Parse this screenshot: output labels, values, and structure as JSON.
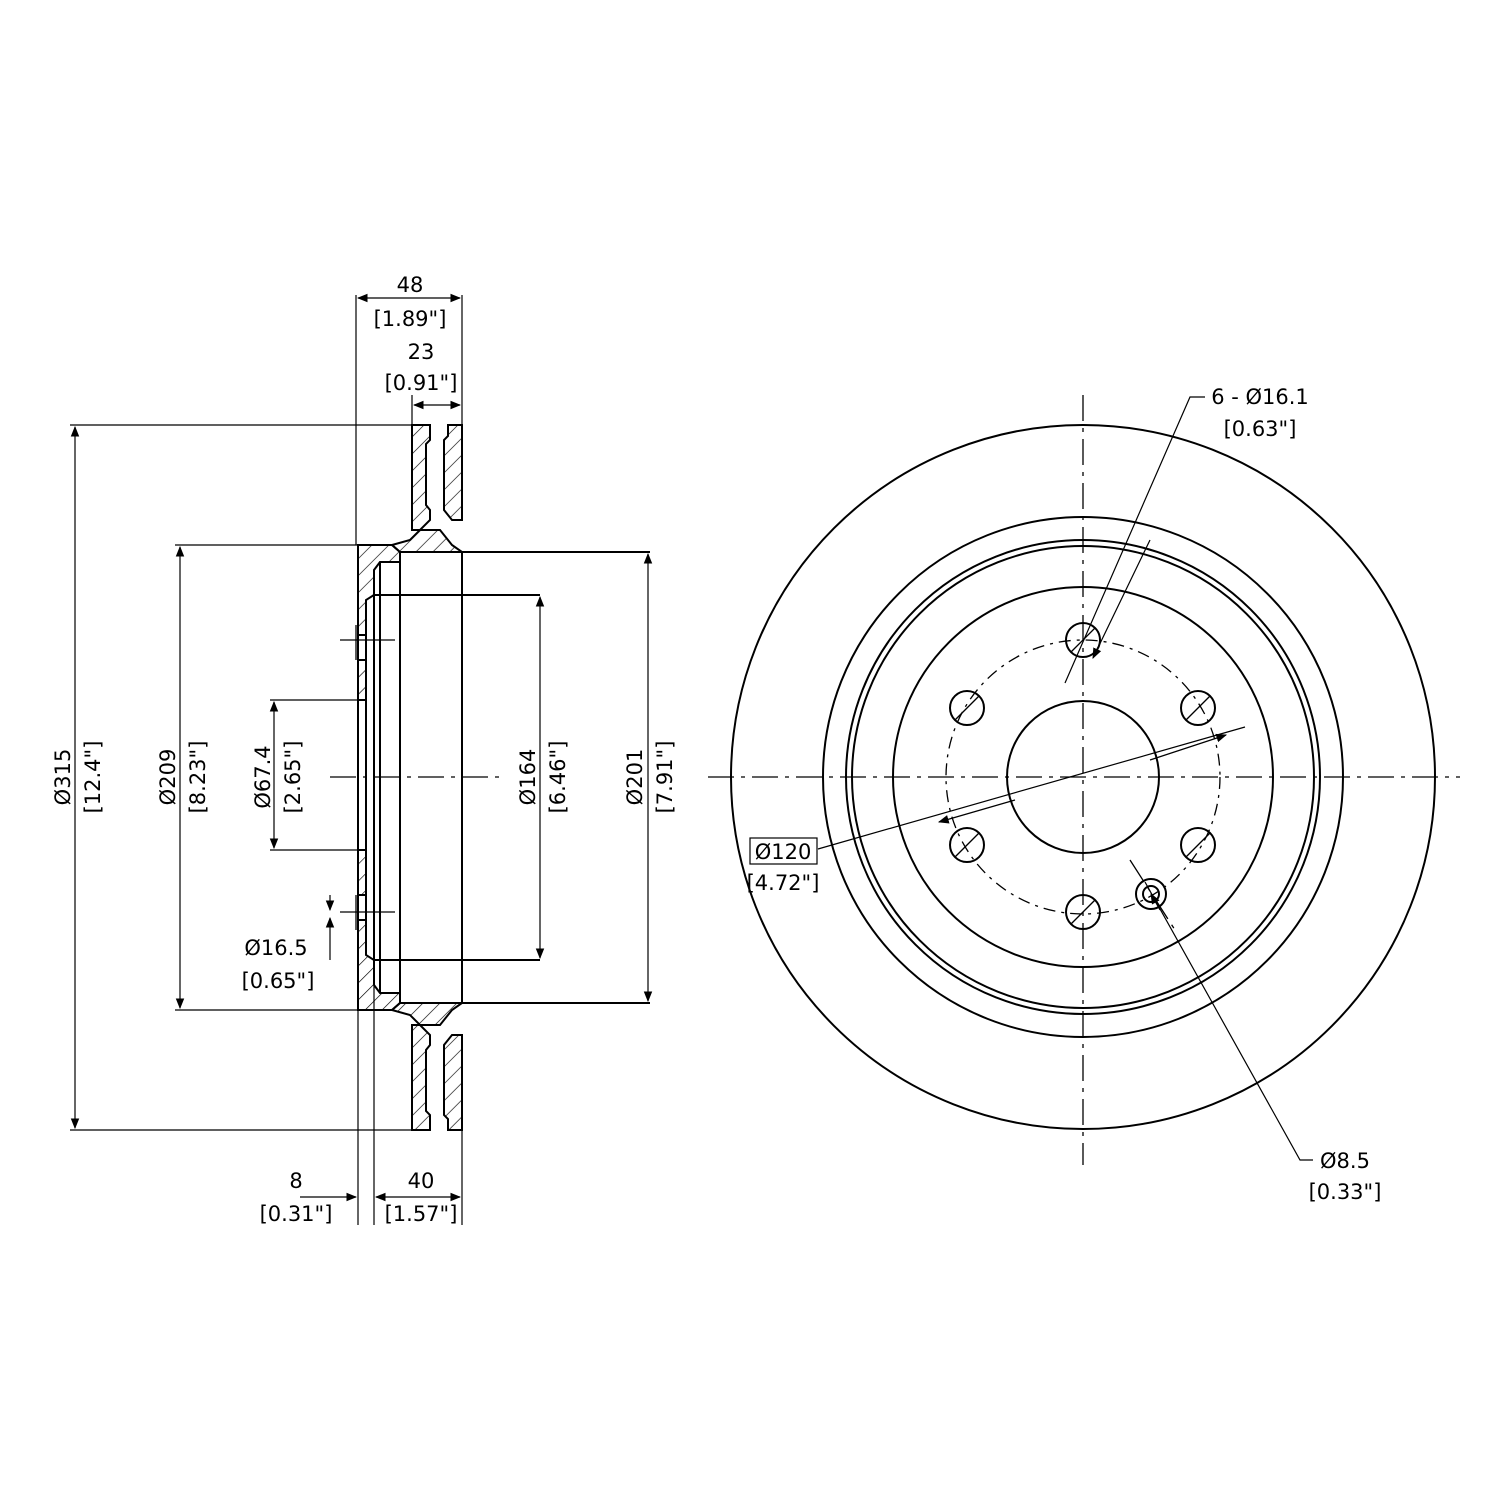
{
  "side_view": {
    "total_width": {
      "mm": "48",
      "in": "[1.89\"]"
    },
    "rotor_thickness": {
      "mm": "23",
      "in": "[0.91\"]"
    },
    "outer_diameter": {
      "mm": "Ø315",
      "in": "[12.4\"]"
    },
    "hat_diameter": {
      "mm": "Ø209",
      "in": "[8.23\"]"
    },
    "center_bore": {
      "mm": "Ø67.4",
      "in": "[2.65\"]"
    },
    "inner_diameter": {
      "mm": "Ø164",
      "in": "[6.46\"]"
    },
    "inner_rim_diameter": {
      "mm": "Ø201",
      "in": "[7.91\"]"
    },
    "stud_hole": {
      "mm": "Ø16.5",
      "in": "[0.65\"]"
    },
    "hat_flange_thickness": {
      "mm": "8",
      "in": "[0.31\"]"
    },
    "hat_height": {
      "mm": "40",
      "in": "[1.57\"]"
    }
  },
  "front_view": {
    "bolt_holes": {
      "mm": "6 - Ø16.1",
      "in": "[0.63\"]"
    },
    "bolt_circle": {
      "mm": "Ø120",
      "in": "[4.72\"]"
    },
    "locator_hole": {
      "mm": "Ø8.5",
      "in": "[0.33\"]"
    }
  }
}
